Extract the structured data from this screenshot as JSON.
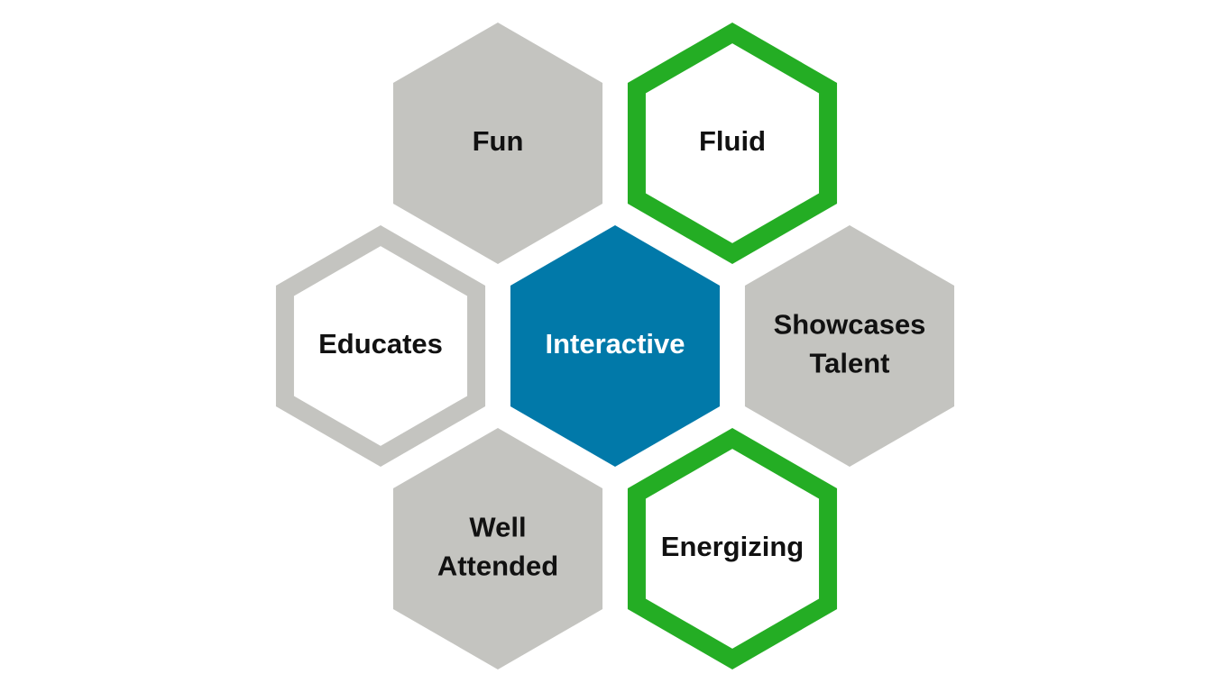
{
  "diagram": {
    "colors": {
      "gray_fill": "#c4c4c0",
      "gray_outline": "#c4c4c0",
      "green_outline": "#24ad24",
      "blue_fill": "#0179a9",
      "dark_text": "#111111",
      "light_text": "#ffffff",
      "inner_fill": "#ffffff"
    },
    "cells": [
      {
        "id": "fun",
        "lines": [
          "Fun"
        ],
        "style": "gray-filled"
      },
      {
        "id": "fluid",
        "lines": [
          "Fluid"
        ],
        "style": "green-outline"
      },
      {
        "id": "educates",
        "lines": [
          "Educates"
        ],
        "style": "gray-outline"
      },
      {
        "id": "interactive",
        "lines": [
          "Interactive"
        ],
        "style": "blue-filled"
      },
      {
        "id": "showcases-talent",
        "lines": [
          "Showcases",
          "Talent"
        ],
        "style": "gray-filled"
      },
      {
        "id": "well-attended",
        "lines": [
          "Well",
          "Attended"
        ],
        "style": "gray-filled"
      },
      {
        "id": "energizing",
        "lines": [
          "Energizing"
        ],
        "style": "green-outline"
      }
    ]
  }
}
